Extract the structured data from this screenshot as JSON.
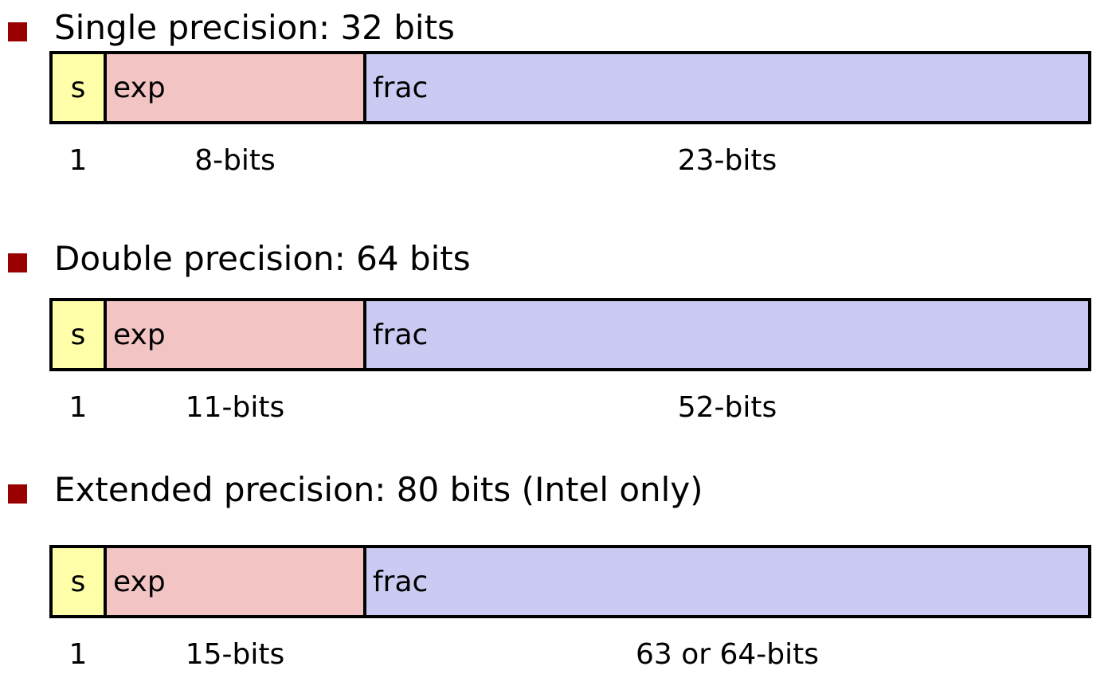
{
  "colors": {
    "bullet": "#990000",
    "sign_field": "#ffffaa",
    "exp_field": "#f2c4c4",
    "frac_field": "#cacaf2",
    "border": "#000000"
  },
  "formats": [
    {
      "heading": "Single precision: 32 bits",
      "fields": {
        "sign": "s",
        "exp": "exp",
        "frac": "frac"
      },
      "widths": {
        "sign": "1",
        "exp": "8-bits",
        "frac": "23-bits"
      }
    },
    {
      "heading": "Double precision: 64 bits",
      "fields": {
        "sign": "s",
        "exp": "exp",
        "frac": "frac"
      },
      "widths": {
        "sign": "1",
        "exp": "11-bits",
        "frac": "52-bits"
      }
    },
    {
      "heading": "Extended precision: 80 bits (Intel only)",
      "fields": {
        "sign": "s",
        "exp": "exp",
        "frac": "frac"
      },
      "widths": {
        "sign": "1",
        "exp": "15-bits",
        "frac": "63 or 64-bits"
      }
    }
  ]
}
